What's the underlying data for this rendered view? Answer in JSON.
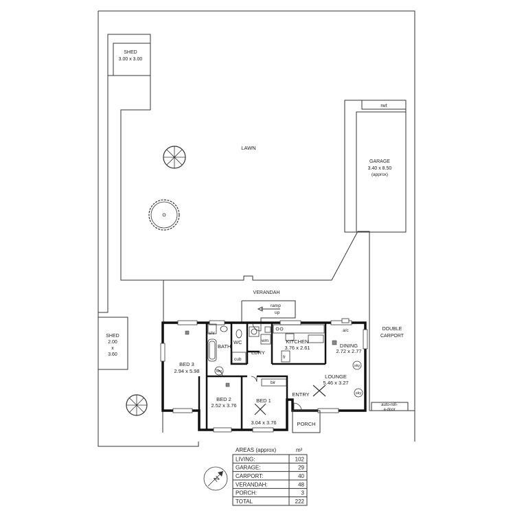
{
  "rooms": {
    "shed_rear": {
      "name": "SHED",
      "dims": "3.00 x 3.00"
    },
    "lawn": "LAWN",
    "garage": {
      "name": "GARAGE",
      "dims": "3.40 x 8.50",
      "note": "(approx)"
    },
    "rwt": "rwt",
    "verandah": "VERANDAH",
    "ramp": "ramp",
    "ramp_up": "up",
    "shed_side": {
      "name": "SHED",
      "line1": "2.00",
      "line2": "x",
      "line3": "3.60"
    },
    "double_carport": {
      "line1": "DOUBLE",
      "line2": "CARPORT"
    },
    "auto_door": {
      "line1": "auto-roll-",
      "line2": "a-door"
    },
    "bed3": {
      "name": "BED 3",
      "dims": "2.94 x 5.98"
    },
    "bath": "BATH",
    "shr": "shr",
    "wc": "WC",
    "cub": "cub",
    "ldry": "LDRY",
    "wm": "wm",
    "kitchen": {
      "name": "KITCHEN",
      "dims": "3.76 x 2.61"
    },
    "fr": "fr",
    "dining": {
      "name": "DINING",
      "dims": "2.72 x 2.77"
    },
    "ac": "a/c",
    "bed2": {
      "name": "BED 2",
      "dims": "2.52 x 3.76"
    },
    "bed1": {
      "name": "BED 1",
      "dims": "3.04 x 3.76"
    },
    "bir": "bir",
    "lounge": {
      "name": "LOUNGE",
      "dims": "5.46 x 3.27"
    },
    "entry": "ENTRY",
    "porch": "PORCH",
    "sky": "sky"
  },
  "areas": {
    "title": "AREAS (approx)",
    "unit": "m²",
    "rows": [
      {
        "label": "LIVING:",
        "value": "102"
      },
      {
        "label": "GARAGE:",
        "value": "29"
      },
      {
        "label": "CARPORT:",
        "value": "40"
      },
      {
        "label": "VERANDAH:",
        "value": "48"
      },
      {
        "label": "PORCH:",
        "value": "3"
      },
      {
        "label": "TOTAL",
        "value": "222"
      }
    ]
  },
  "north_label": "N",
  "colors": {
    "line": "#333333",
    "wall": "#111111",
    "background": "#ffffff"
  }
}
